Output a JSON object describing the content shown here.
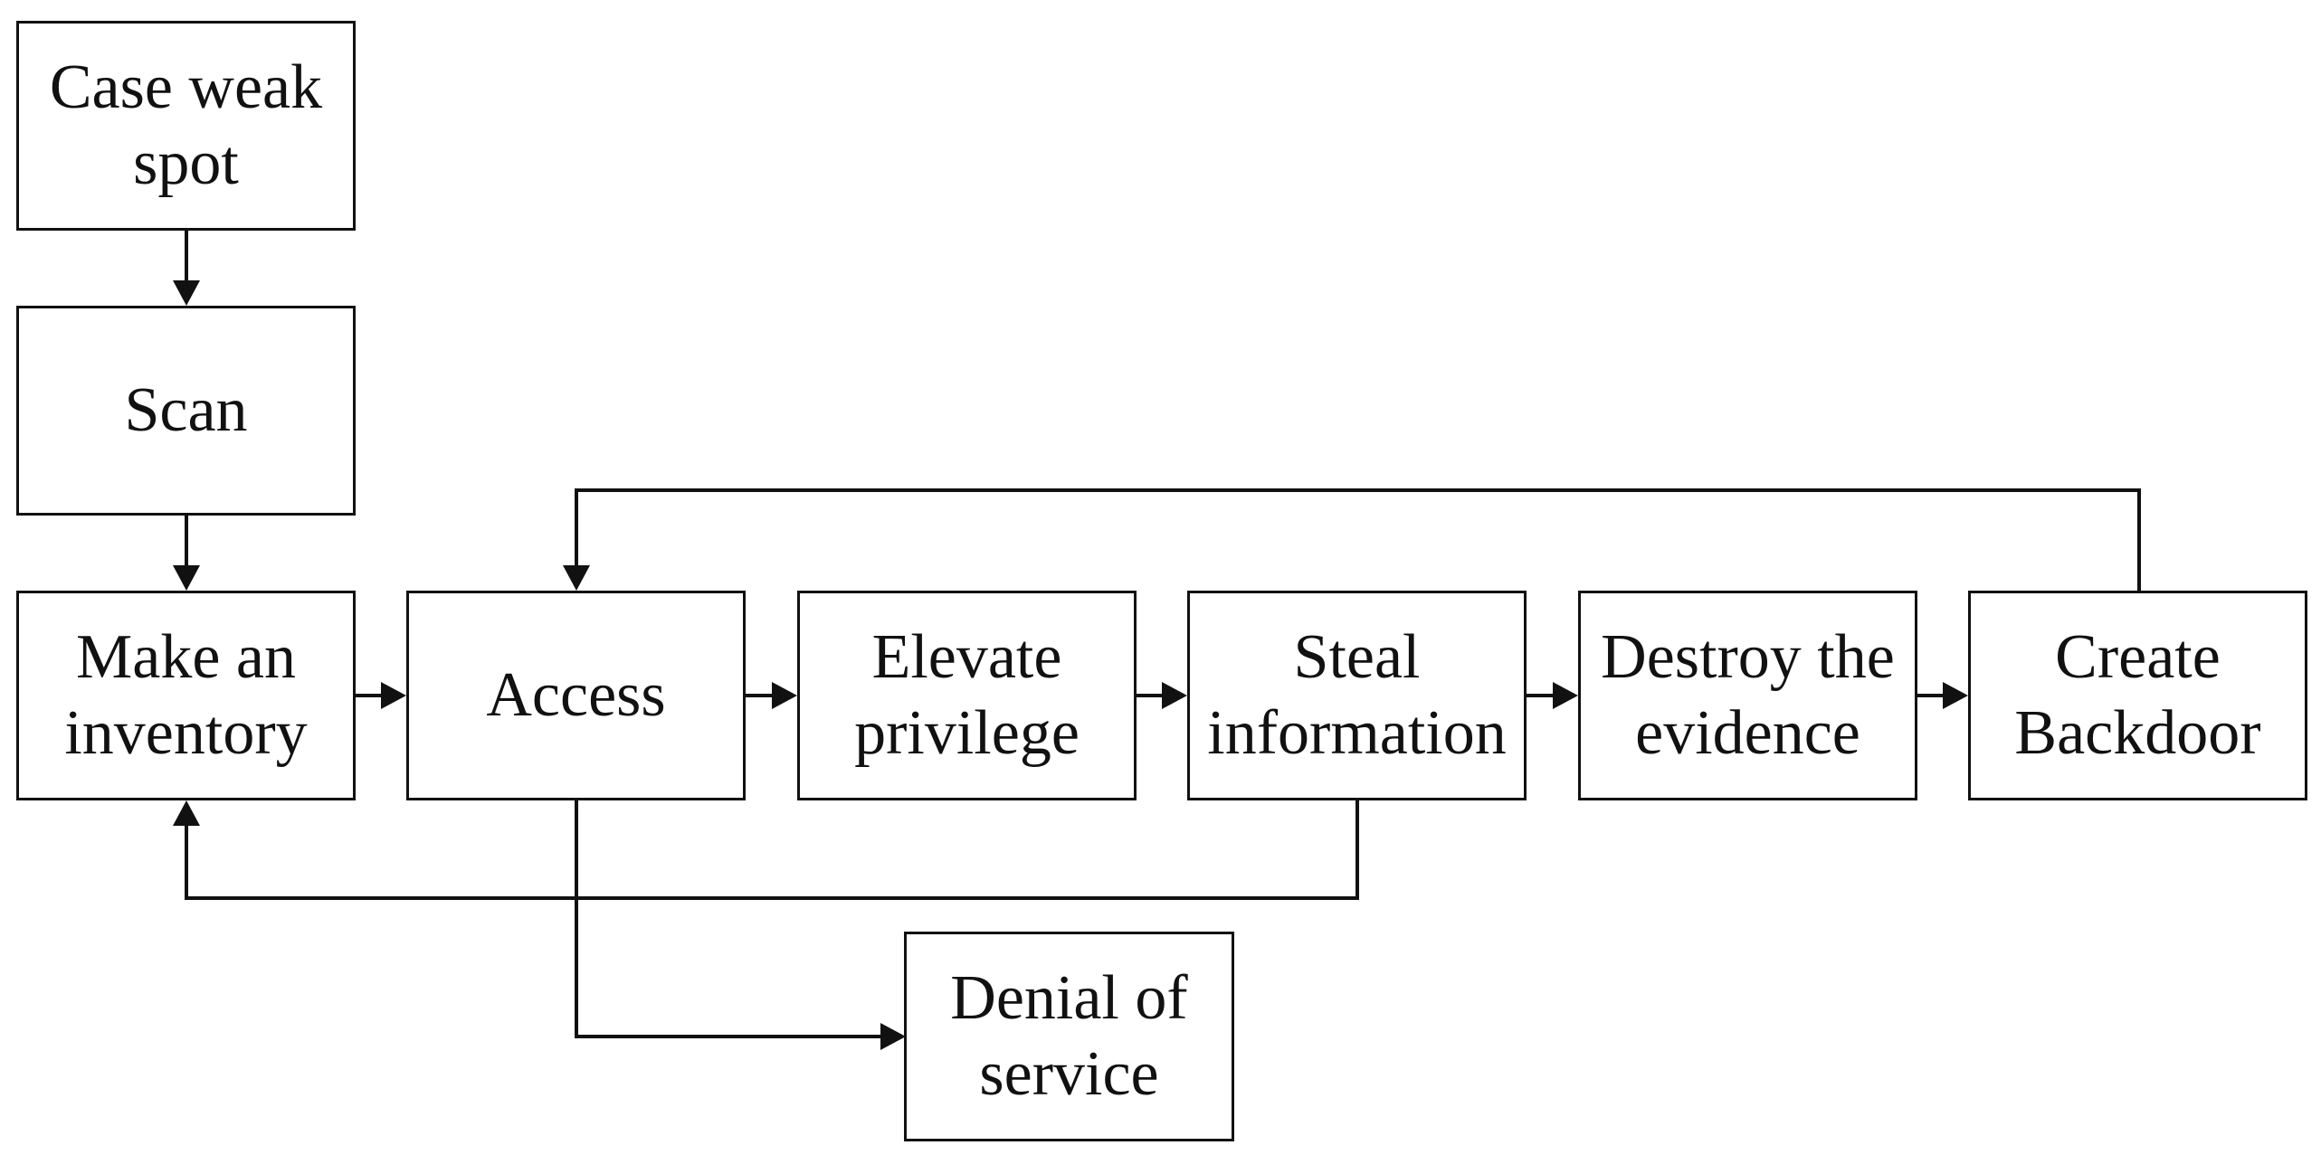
{
  "diagram": {
    "nodes": {
      "case_weak_spot": "Case weak spot",
      "scan": "Scan",
      "make_inventory": "Make an inventory",
      "access": "Access",
      "elevate_privilege": "Elevate privilege",
      "steal_information": "Steal information",
      "destroy_evidence": "Destroy the evidence",
      "create_backdoor": "Create Backdoor",
      "denial_of_service": "Denial of service"
    },
    "edges": [
      {
        "from": "Case weak spot",
        "to": "Scan"
      },
      {
        "from": "Scan",
        "to": "Make an inventory"
      },
      {
        "from": "Make an inventory",
        "to": "Access"
      },
      {
        "from": "Access",
        "to": "Elevate privilege"
      },
      {
        "from": "Elevate privilege",
        "to": "Steal information"
      },
      {
        "from": "Steal information",
        "to": "Destroy the evidence"
      },
      {
        "from": "Destroy the evidence",
        "to": "Create Backdoor"
      },
      {
        "from": "Create Backdoor",
        "to": "Access"
      },
      {
        "from": "Steal information",
        "to": "Make an inventory"
      },
      {
        "from": "Access",
        "to": "Denial of service"
      }
    ],
    "colors": {
      "stroke": "#111111",
      "background": "#ffffff"
    }
  }
}
